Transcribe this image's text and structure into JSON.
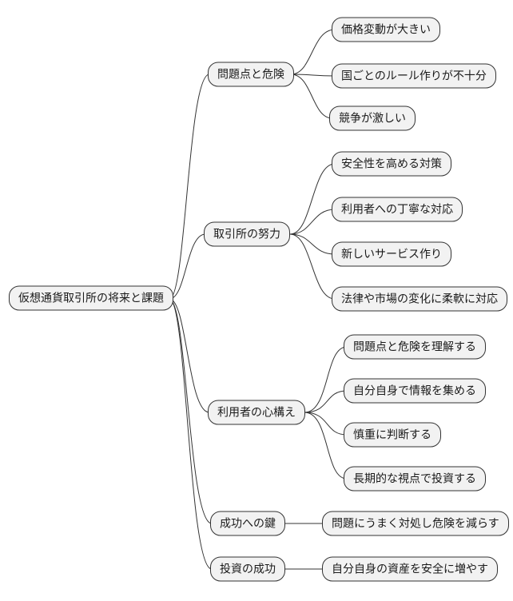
{
  "mindmap": {
    "root": {
      "label": "仮想通貨取引所の将来と課題"
    },
    "branches": [
      {
        "label": "問題点と危険",
        "children": [
          {
            "label": "価格変動が大きい"
          },
          {
            "label": "国ごとのルール作りが不十分"
          },
          {
            "label": "競争が激しい"
          }
        ]
      },
      {
        "label": "取引所の努力",
        "children": [
          {
            "label": "安全性を高める対策"
          },
          {
            "label": "利用者への丁寧な対応"
          },
          {
            "label": "新しいサービス作り"
          },
          {
            "label": "法律や市場の変化に柔軟に対応"
          }
        ]
      },
      {
        "label": "利用者の心構え",
        "children": [
          {
            "label": "問題点と危険を理解する"
          },
          {
            "label": "自分自身で情報を集める"
          },
          {
            "label": "慎重に判断する"
          },
          {
            "label": "長期的な視点で投資する"
          }
        ]
      },
      {
        "label": "成功への鍵",
        "children": [
          {
            "label": "問題にうまく対処し危険を減らす"
          }
        ]
      },
      {
        "label": "投資の成功",
        "children": [
          {
            "label": "自分自身の資産を安全に増やす"
          }
        ]
      }
    ],
    "colors": {
      "background": "#ffffff",
      "node_fill": "#f2f2f2",
      "node_border": "#333333",
      "edge": "#333333",
      "text": "#1a1a1a"
    }
  }
}
